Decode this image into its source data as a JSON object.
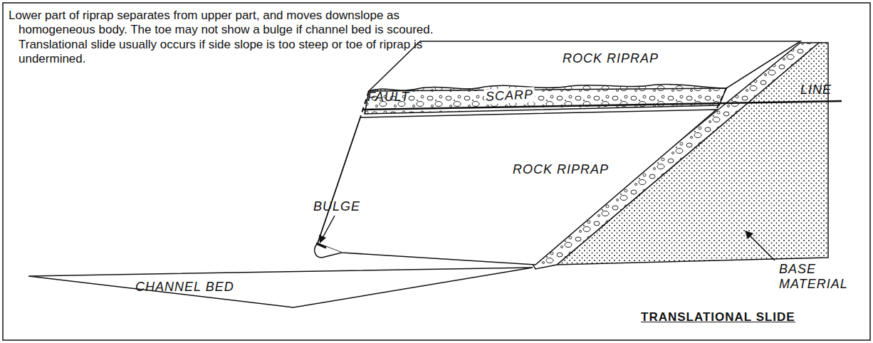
{
  "diagram": {
    "title": "TRANSLATIONAL SLIDE",
    "labels": [
      "Lower part of riprap separates from upper part, and moves downslope as homogeneous body. The toe may not show a bulge if channel bed is scoured. Translational slide usually occurs if side slope is too steep or toe of riprap is undermined.",
      "ROCK RIPRAP",
      "SCARP",
      "FAULT",
      "LINE",
      "ROCK RIPRAP",
      "BULGE",
      "CHANNEL BED",
      "BASE MATERIAL"
    ]
  }
}
